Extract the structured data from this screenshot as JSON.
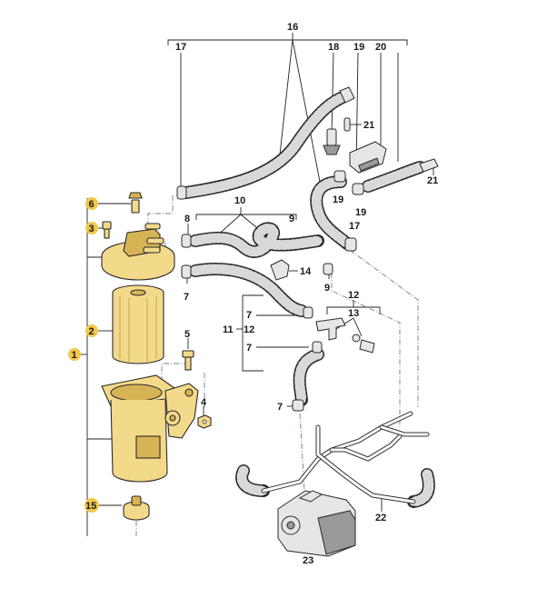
{
  "labels": {
    "l1": "1",
    "l2": "2",
    "l3": "3",
    "l4": "4",
    "l5": "5",
    "l6": "6",
    "l7a": "7",
    "l7b": "7",
    "l7c": "7",
    "l7d": "7",
    "l8": "8",
    "l9a": "9",
    "l9b": "9",
    "l10": "10",
    "l11": "11",
    "l12a": "12",
    "l12b": "12",
    "l13": "13",
    "l14": "14",
    "l15": "15",
    "l16": "16",
    "l17a": "17",
    "l17b": "17",
    "l18": "18",
    "l19a": "19",
    "l19b": "19",
    "l19c": "19",
    "l20": "20",
    "l21a": "21",
    "l21b": "21",
    "l22": "22",
    "l23": "23"
  },
  "colors": {
    "highlight_badge": "#f1c84b",
    "part_yellow": "#f3d98a",
    "part_grey": "#e6e6e6"
  }
}
